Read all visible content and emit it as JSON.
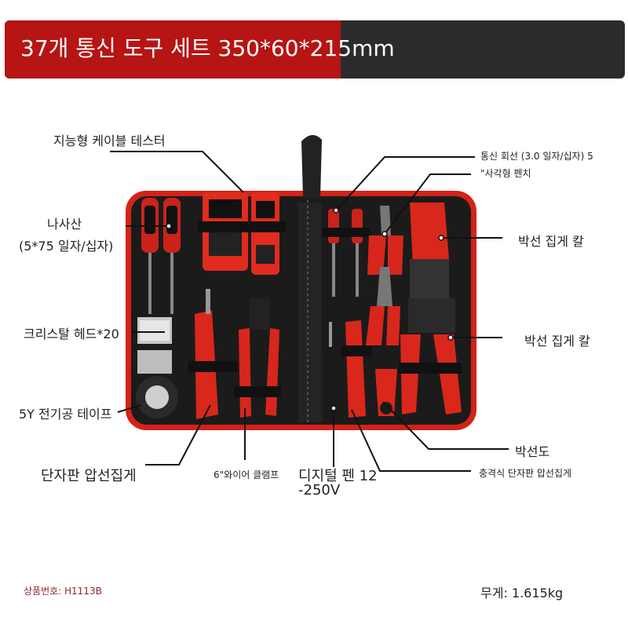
{
  "banner": {
    "title": "37개 통신 도구 세트 350*60*215mm"
  },
  "labels": {
    "smart_tester": "지능형 케이블 테스터",
    "screwdriver": "나사산",
    "screwdriver_spec": "(5*75 일자/십자)",
    "crystal_head": "크리스탈 헤드*20",
    "tape": "5Y 전기공 테이프",
    "punch_tool": "단자판 압선집게",
    "wire_clamp": "6\"와이어 클램프",
    "test_pen_line1": "디지털 펜 12",
    "test_pen_line2": "-250V",
    "precision_screwdriver": "통신 회선 (3.0 일자/십자) 5",
    "pliers": "\"사각형 펜치",
    "crimper_1": "박선 집게 칼",
    "crimper_2": "박선 집게 칼",
    "stripper": "박선도",
    "impact_punch": "충격식 단자판 압선집게"
  },
  "footer": {
    "product_no": "상품번호: H1113B",
    "weight": "무게: 1.615kg"
  },
  "colors": {
    "banner_red": "#b71414",
    "banner_dark": "#2b2b2b",
    "tool_red": "#d42a1f",
    "case_black": "#1b1b1b"
  }
}
